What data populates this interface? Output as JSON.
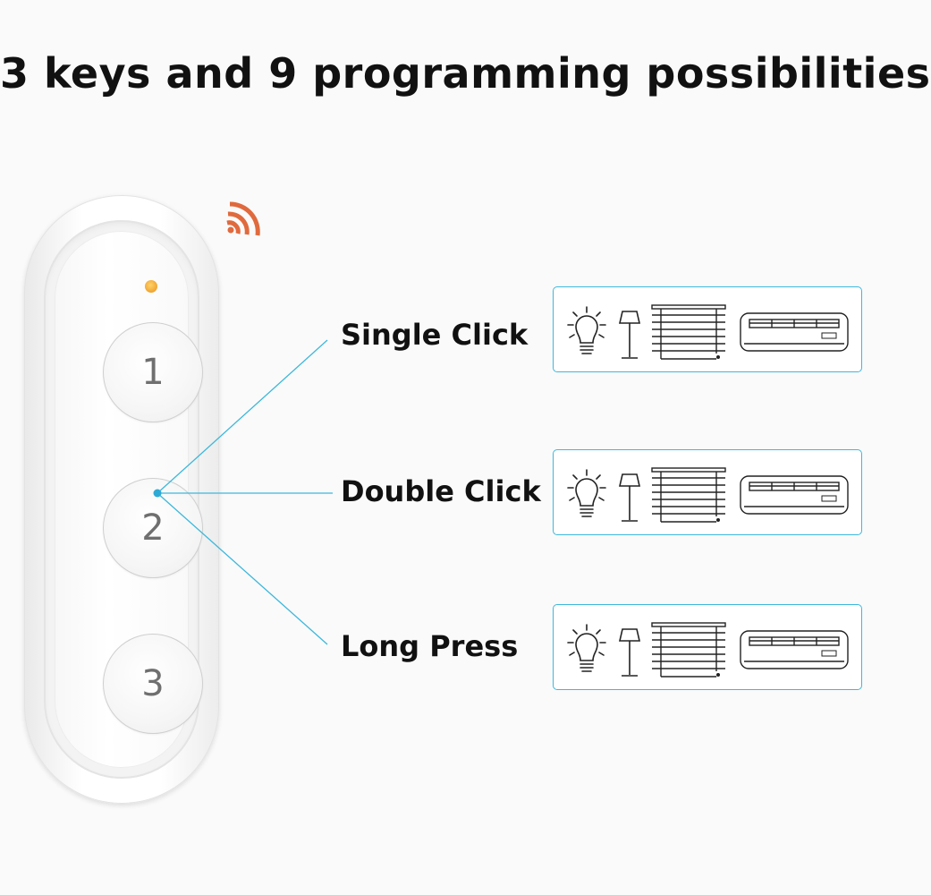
{
  "header": {
    "title": "3 keys and 9 programming possibilities"
  },
  "remote": {
    "keys": [
      {
        "label": "1"
      },
      {
        "label": "2"
      },
      {
        "label": "3"
      }
    ],
    "led_color": "#f0a431",
    "signal_color": "#e06a3d"
  },
  "modes": [
    {
      "label": "Single Click",
      "devices": [
        "bulb-icon",
        "lamp-icon",
        "blinds-icon",
        "air-conditioner-icon"
      ]
    },
    {
      "label": "Double Click",
      "devices": [
        "bulb-icon",
        "lamp-icon",
        "blinds-icon",
        "air-conditioner-icon"
      ]
    },
    {
      "label": "Long Press",
      "devices": [
        "bulb-icon",
        "lamp-icon",
        "blinds-icon",
        "air-conditioner-icon"
      ]
    }
  ],
  "colors": {
    "accent": "#3cb8dc",
    "text": "#111111"
  }
}
